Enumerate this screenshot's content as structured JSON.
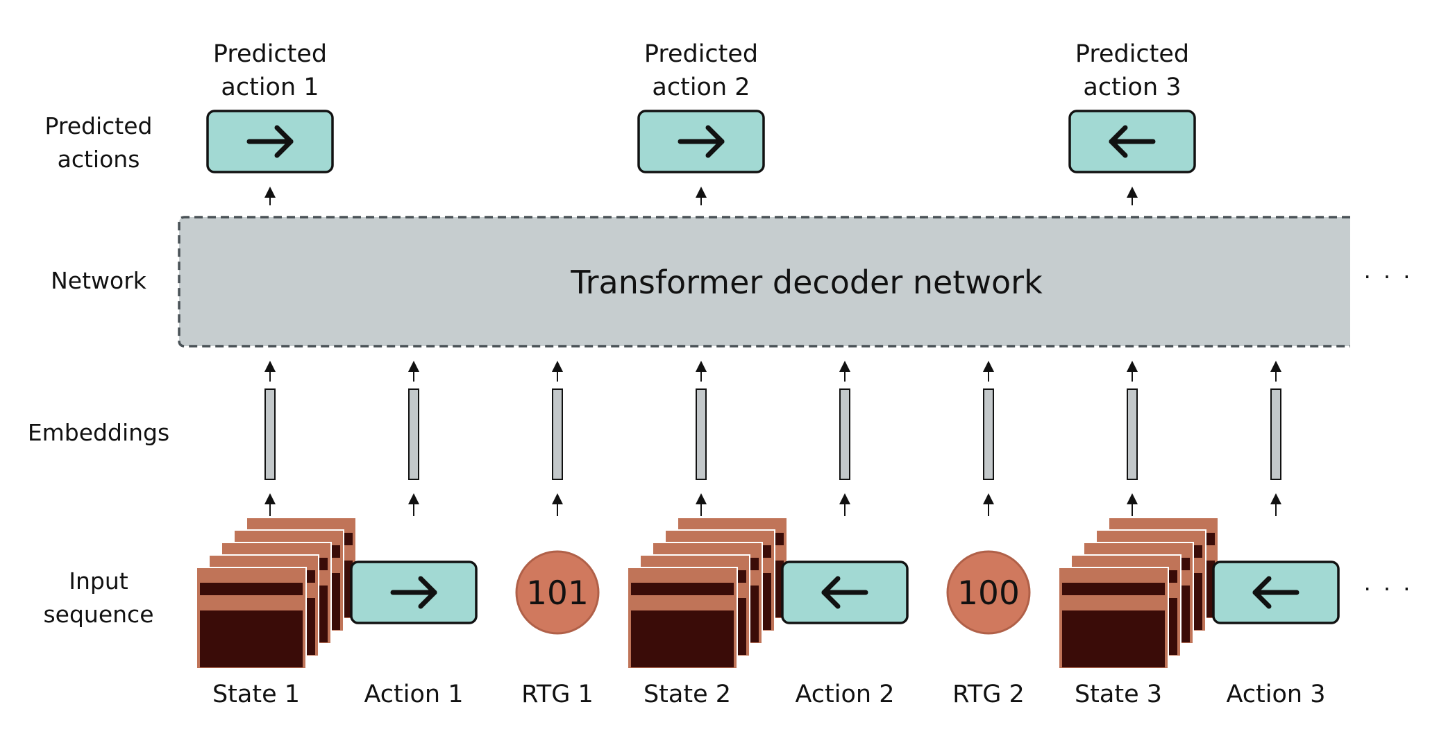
{
  "row_labels": {
    "predicted_actions": [
      "Predicted",
      "actions"
    ],
    "network": "Network",
    "embeddings": "Embeddings",
    "input_sequence": [
      "Input",
      "sequence"
    ]
  },
  "network": {
    "title": "Transformer decoder network"
  },
  "predicted_actions": [
    {
      "label": [
        "Predicted",
        "action 1"
      ],
      "direction": "right"
    },
    {
      "label": [
        "Predicted",
        "action 2"
      ],
      "direction": "right"
    },
    {
      "label": [
        "Predicted",
        "action 3"
      ],
      "direction": "left"
    }
  ],
  "input_tokens": [
    {
      "kind": "state",
      "label": "State 1"
    },
    {
      "kind": "action",
      "label": "Action 1",
      "direction": "right"
    },
    {
      "kind": "rtg",
      "label": "RTG 1",
      "value": "101"
    },
    {
      "kind": "state",
      "label": "State 2"
    },
    {
      "kind": "action",
      "label": "Action 2",
      "direction": "left"
    },
    {
      "kind": "rtg",
      "label": "RTG 2",
      "value": "100"
    },
    {
      "kind": "state",
      "label": "State 3"
    },
    {
      "kind": "action",
      "label": "Action 3",
      "direction": "left"
    }
  ],
  "ellipsis": "· · ·",
  "colors": {
    "action_fill": "#a2d9d3",
    "network_fill": "#c6cdcf",
    "network_border": "#4a5257",
    "embedding_fill": "#c3c8ca",
    "rtg_fill": "#d0795e",
    "rtg_border": "#b06048",
    "state_frame": "#c07458",
    "state_dark": "#3a0c08",
    "arrow": "#111111"
  }
}
